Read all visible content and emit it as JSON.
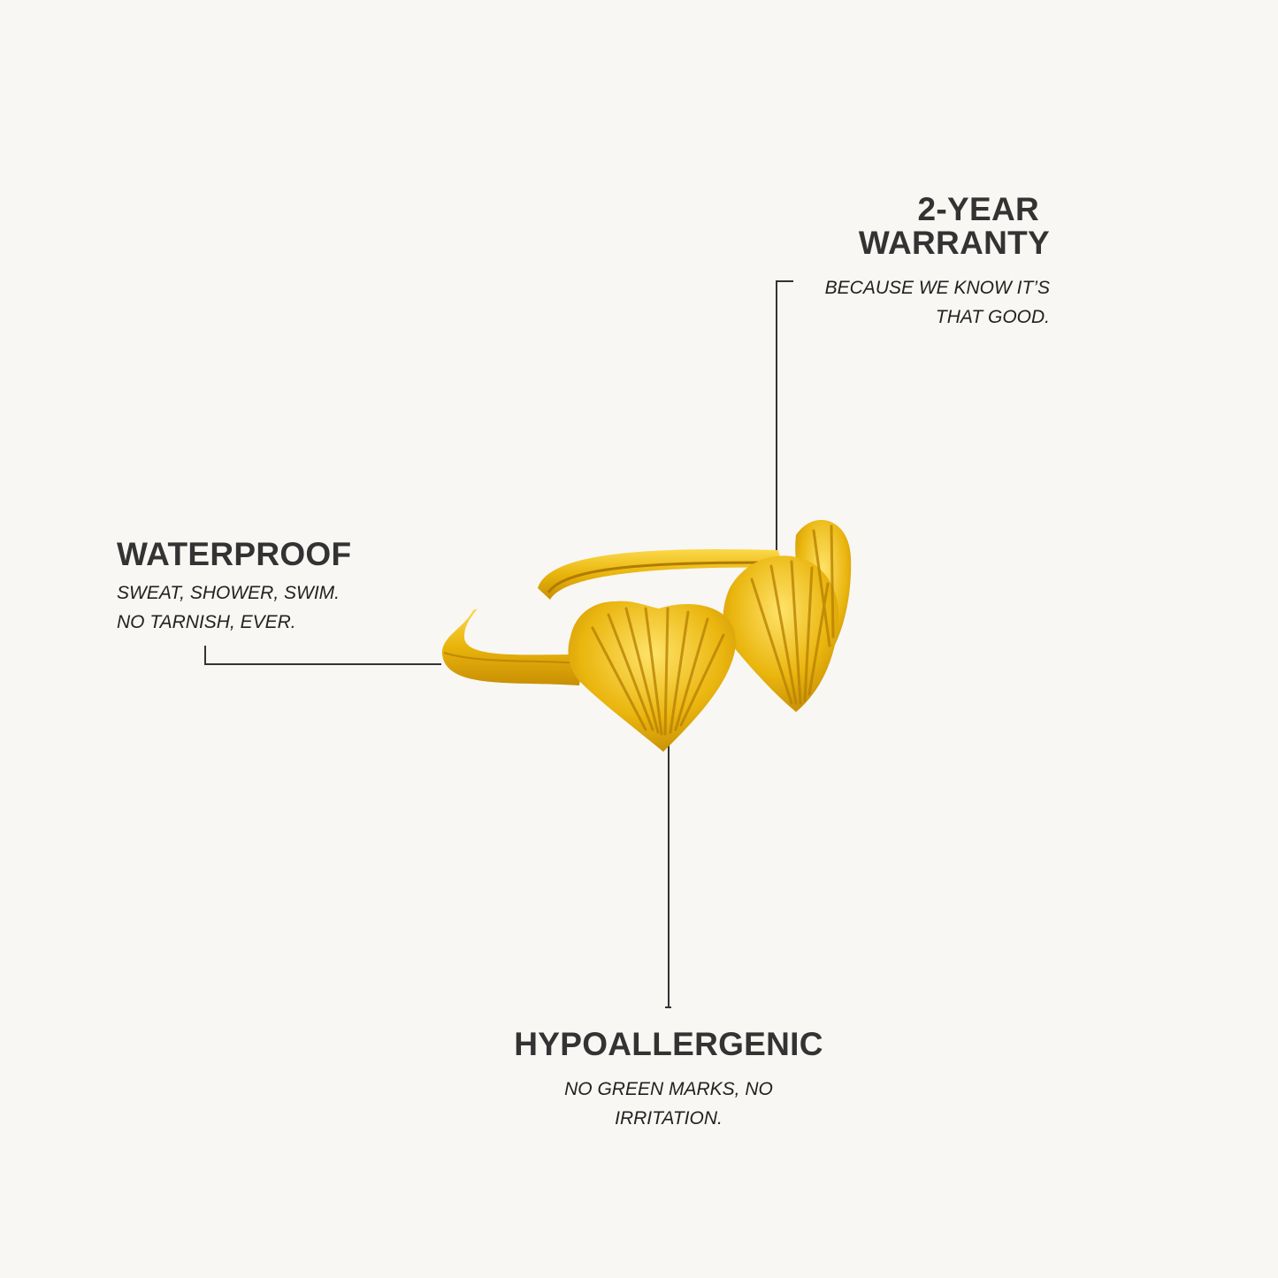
{
  "features": {
    "warranty": {
      "title_line1": "2-YEAR",
      "title_line2": "WARRANTY",
      "sub_line1": "BECAUSE WE KNOW IT’S",
      "sub_line2": "THAT GOOD."
    },
    "waterproof": {
      "title": "WATERPROOF",
      "sub_line1": "SWEAT, SHOWER, SWIM.",
      "sub_line2": "NO TARNISH, EVER."
    },
    "hypoallergenic": {
      "title": "HYPOALLERGENIC",
      "sub_line1": "NO GREEN MARKS, NO",
      "sub_line2": "IRRITATION."
    }
  },
  "colors": {
    "background": "#f8f7f4",
    "text": "#333333",
    "gold": "#e8b80e"
  }
}
